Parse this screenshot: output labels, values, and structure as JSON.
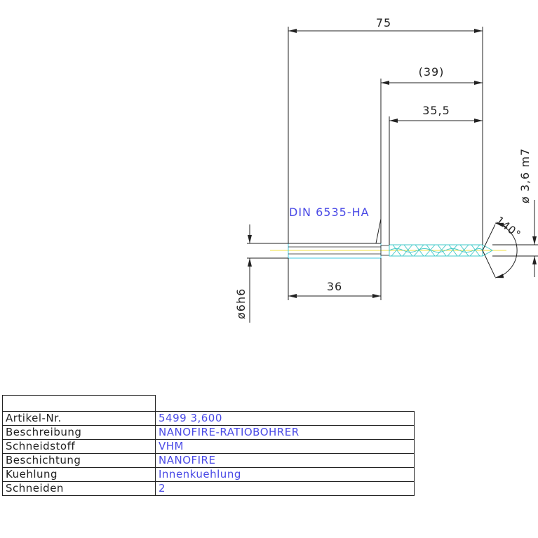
{
  "drawing": {
    "dim_overall": "75",
    "dim_ref": "(39)",
    "dim_flute": "35,5",
    "dim_shank": "36",
    "dim_dia_tool": "ø 3,6 m7",
    "dim_dia_shank": "ø6h6",
    "angle": "140°",
    "standard_label": "DIN 6535-HA"
  },
  "spec_table": {
    "rows": [
      {
        "key": "Artikel-Nr.",
        "value": "5499 3,600"
      },
      {
        "key": "Beschreibung",
        "value": "NANOFIRE-RATIOBOHRER"
      },
      {
        "key": "Schneidstoff",
        "value": "VHM"
      },
      {
        "key": "Beschichtung",
        "value": "NANOFIRE"
      },
      {
        "key": "Kuehlung",
        "value": "Innenkuehlung"
      },
      {
        "key": "Schneiden",
        "value": "2"
      }
    ]
  },
  "colors": {
    "line": "#222222",
    "label_text": "#4a4ae6",
    "shank_outline": "#40c8e0",
    "flute": "#40c8c8",
    "centerline": "#f0e040"
  }
}
